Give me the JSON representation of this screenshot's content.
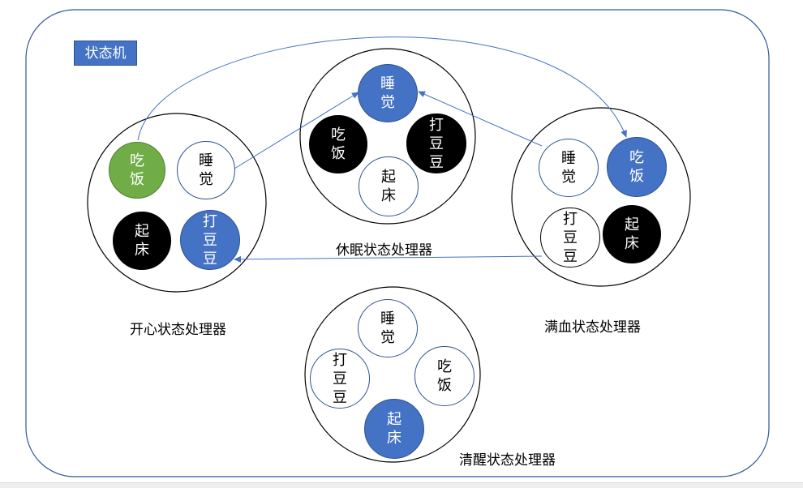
{
  "frame": {
    "label": "状态机",
    "border_color": "#2f5597",
    "accent": "#4472c4"
  },
  "groups": {
    "happy": {
      "label": "开心状态处理器",
      "nodes": {
        "eat": {
          "label": "吃\n饭",
          "style": "green"
        },
        "sleep": {
          "label": "睡\n觉",
          "style": "white"
        },
        "wake": {
          "label": "起\n床",
          "style": "black"
        },
        "play": {
          "label": "打\n豆\n豆",
          "style": "blue"
        }
      }
    },
    "sleepy": {
      "label": "休眠状态处理器",
      "nodes": {
        "sleep": {
          "label": "睡\n觉",
          "style": "blue"
        },
        "eat": {
          "label": "吃\n饭",
          "style": "black"
        },
        "play": {
          "label": "打\n豆\n豆",
          "style": "black"
        },
        "wake": {
          "label": "起\n床",
          "style": "white"
        }
      }
    },
    "full": {
      "label": "满血状态处理器",
      "nodes": {
        "sleep": {
          "label": "睡\n觉",
          "style": "white"
        },
        "eat": {
          "label": "吃\n饭",
          "style": "blue"
        },
        "play": {
          "label": "打\n豆\n豆",
          "style": "white-dark"
        },
        "wake": {
          "label": "起\n床",
          "style": "black"
        }
      }
    },
    "awake": {
      "label": "清醒状态处理器",
      "nodes": {
        "sleep": {
          "label": "睡\n觉",
          "style": "white"
        },
        "play": {
          "label": "打\n豆\n豆",
          "style": "white"
        },
        "eat": {
          "label": "吃\n饭",
          "style": "white"
        },
        "wake": {
          "label": "起\n床",
          "style": "blue"
        }
      }
    }
  },
  "transitions": [
    {
      "from": "开心状态处理器.睡觉",
      "to": "休眠状态处理器.睡觉"
    },
    {
      "from": "开心状态处理器.吃饭",
      "to": "满血状态处理器.吃饭"
    },
    {
      "from": "满血状态处理器.睡觉",
      "to": "休眠状态处理器.睡觉"
    },
    {
      "from": "满血状态处理器.打豆豆",
      "to": "开心状态处理器.打豆豆"
    }
  ],
  "colors": {
    "blue": "#4472c4",
    "green": "#70ad47",
    "black": "#000000",
    "arrow": "#4472c4"
  }
}
